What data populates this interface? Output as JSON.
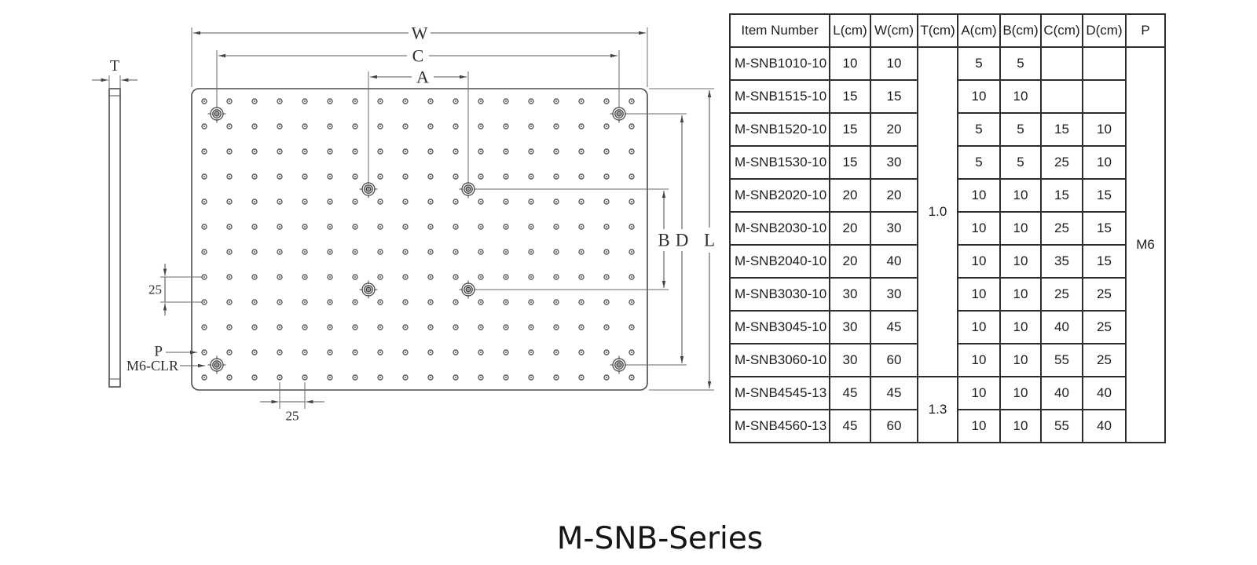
{
  "title": "M-SNB-Series",
  "diagram": {
    "labels": {
      "w": "W",
      "c": "C",
      "a": "A",
      "t": "T",
      "b": "B",
      "d": "D",
      "l": "L",
      "pitch_left": "25",
      "pitch_bottom": "25",
      "p": "P",
      "m6_clr": "M6-CLR"
    }
  },
  "table": {
    "headers": [
      "Item Number",
      "L(cm)",
      "W(cm)",
      "T(cm)",
      "A(cm)",
      "B(cm)",
      "C(cm)",
      "D(cm)",
      "P"
    ],
    "rows": [
      {
        "item": "M-SNB1010-10",
        "l": "10",
        "w": "10",
        "a": "5",
        "b": "5",
        "c": "",
        "d": ""
      },
      {
        "item": "M-SNB1515-10",
        "l": "15",
        "w": "15",
        "a": "10",
        "b": "10",
        "c": "",
        "d": ""
      },
      {
        "item": "M-SNB1520-10",
        "l": "15",
        "w": "20",
        "a": "5",
        "b": "5",
        "c": "15",
        "d": "10"
      },
      {
        "item": "M-SNB1530-10",
        "l": "15",
        "w": "30",
        "a": "5",
        "b": "5",
        "c": "25",
        "d": "10"
      },
      {
        "item": "M-SNB2020-10",
        "l": "20",
        "w": "20",
        "a": "10",
        "b": "10",
        "c": "15",
        "d": "15"
      },
      {
        "item": "M-SNB2030-10",
        "l": "20",
        "w": "30",
        "a": "10",
        "b": "10",
        "c": "25",
        "d": "15"
      },
      {
        "item": "M-SNB2040-10",
        "l": "20",
        "w": "40",
        "a": "10",
        "b": "10",
        "c": "35",
        "d": "15"
      },
      {
        "item": "M-SNB3030-10",
        "l": "30",
        "w": "30",
        "a": "10",
        "b": "10",
        "c": "25",
        "d": "25"
      },
      {
        "item": "M-SNB3045-10",
        "l": "30",
        "w": "45",
        "a": "10",
        "b": "10",
        "c": "40",
        "d": "25"
      },
      {
        "item": "M-SNB3060-10",
        "l": "30",
        "w": "60",
        "a": "10",
        "b": "10",
        "c": "55",
        "d": "25"
      },
      {
        "item": "M-SNB4545-13",
        "l": "45",
        "w": "45",
        "a": "10",
        "b": "10",
        "c": "40",
        "d": "40"
      },
      {
        "item": "M-SNB4560-13",
        "l": "45",
        "w": "60",
        "a": "10",
        "b": "10",
        "c": "55",
        "d": "40"
      }
    ],
    "t_column": [
      {
        "value": "1.0",
        "span": 10
      },
      {
        "value": "1.3",
        "span": 2
      }
    ],
    "p_column": [
      {
        "value": "M6",
        "span": 12
      }
    ]
  }
}
